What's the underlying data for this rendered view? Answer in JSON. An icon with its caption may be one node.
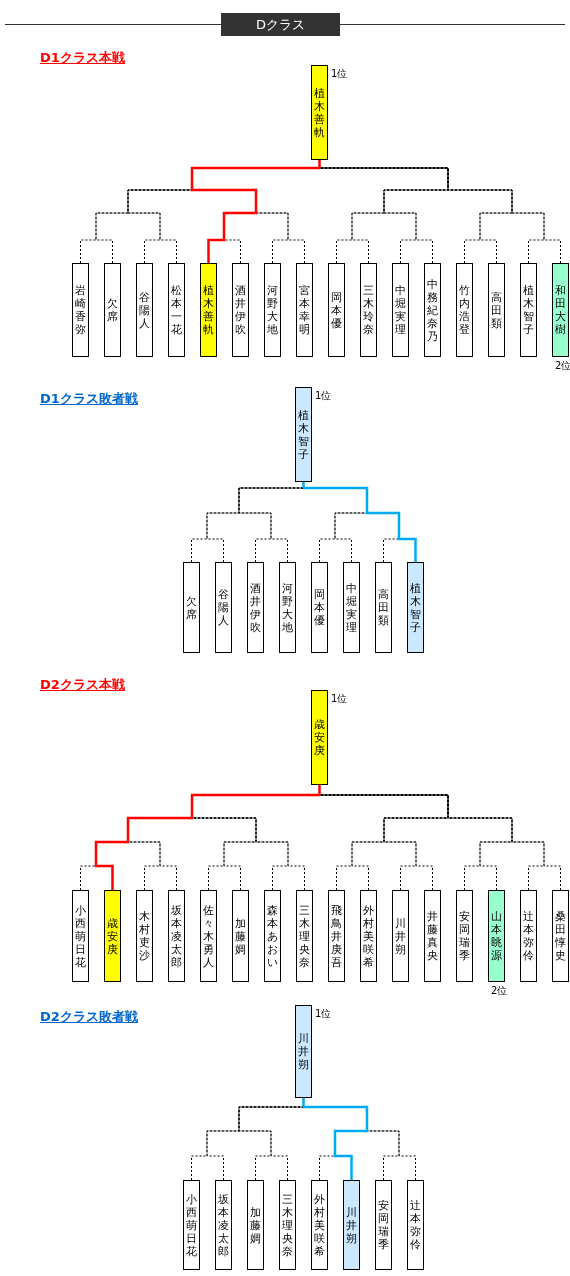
{
  "diagram": {
    "title": "Dクラス",
    "nodes": [
      {
        "text": [
          "植木",
          "善軌"
        ],
        "beside": [
          "1位"
        ]
      },
      {
        "text": [
          "岩崎",
          "香弥"
        ]
      },
      {
        "text": [
          "欠席"
        ]
      },
      {
        "text": [
          "谷",
          "陽人"
        ]
      },
      {
        "text": [
          "松本",
          "一花"
        ]
      },
      {
        "text": [
          "植木",
          "善軌"
        ]
      },
      {
        "text": [
          "酒井",
          "伊吹"
        ]
      },
      {
        "text": [
          "河野",
          "大地"
        ]
      },
      {
        "text": [
          "宮本",
          "幸明"
        ]
      },
      {
        "text": [
          "岡本",
          "優"
        ]
      },
      {
        "text": [
          "三木",
          "玲奈"
        ]
      },
      {
        "text": [
          "中堀",
          "実理"
        ]
      },
      {
        "text": [
          "中務",
          "紀奈乃"
        ]
      },
      {
        "text": [
          "竹内",
          "浩登"
        ]
      },
      {
        "text": [
          "高田",
          "類"
        ]
      },
      {
        "text": [
          "植木",
          "智子"
        ]
      },
      {
        "text": [
          "和田",
          "大樹"
        ],
        "beside": [
          "2位"
        ]
      },
      {
        "text": [
          "植木",
          "智子"
        ],
        "beside": [
          "1位"
        ]
      },
      {
        "text": [
          "欠席"
        ]
      },
      {
        "text": [
          "谷",
          "陽人"
        ]
      },
      {
        "text": [
          "酒井",
          "伊吹"
        ]
      },
      {
        "text": [
          "河野",
          "大地"
        ]
      },
      {
        "text": [
          "岡本",
          "優"
        ]
      },
      {
        "text": [
          "中堀",
          "実理"
        ]
      },
      {
        "text": [
          "高田",
          "類"
        ]
      },
      {
        "text": [
          "植木",
          "智子"
        ]
      },
      {
        "text": [
          "歳安",
          "庚"
        ],
        "beside": [
          "1位"
        ]
      },
      {
        "text": [
          "小西",
          "萌日花"
        ]
      },
      {
        "text": [
          "歳安",
          "庚"
        ]
      },
      {
        "text": [
          "木村",
          "吏沙"
        ]
      },
      {
        "text": [
          "坂本",
          "凌太郎"
        ]
      },
      {
        "text": [
          "佐々木",
          "勇人"
        ]
      },
      {
        "text": [
          "加藤",
          "婤"
        ]
      },
      {
        "text": [
          "森本",
          "あおい"
        ]
      },
      {
        "text": [
          "三木",
          "理央奈"
        ]
      },
      {
        "text": [
          "飛鳥井",
          "庚吾"
        ]
      },
      {
        "text": [
          "外村",
          "美咲希"
        ]
      },
      {
        "text": [
          "川井",
          "朔"
        ]
      },
      {
        "text": [
          "井藤",
          "真央"
        ]
      },
      {
        "text": [
          "安岡",
          "瑞季"
        ]
      },
      {
        "text": [
          "山本",
          "眺源"
        ],
        "beside": [
          "2位"
        ]
      },
      {
        "text": [
          "辻本",
          "弥伶"
        ]
      },
      {
        "text": [
          "桑田",
          "惇史"
        ]
      },
      {
        "text": [
          "川井",
          "朔"
        ],
        "beside": [
          "1位"
        ]
      },
      {
        "text": [
          "小西",
          "萌日花"
        ]
      },
      {
        "text": [
          "坂本",
          "凌太郎"
        ]
      },
      {
        "text": [
          "加藤",
          "婤"
        ]
      },
      {
        "text": [
          "三木",
          "理央奈"
        ]
      },
      {
        "text": [
          "外村",
          "美咲希"
        ]
      },
      {
        "text": [
          "川井",
          "朔"
        ]
      },
      {
        "text": [
          "安岡",
          "瑞季"
        ]
      },
      {
        "text": [
          "辻本",
          "弥伶"
        ]
      }
    ],
    "edges": [
      {
        "from": 1,
        "to": 0,
        "arrow": "none",
        "style": "dashed"
      },
      {
        "from": 2,
        "to": 0,
        "arrow": "none",
        "style": "dashed"
      },
      {
        "from": 3,
        "to": 0,
        "arrow": "none",
        "style": "dashed"
      },
      {
        "from": 4,
        "to": 0,
        "arrow": "none",
        "style": "dashed"
      },
      {
        "from": 5,
        "to": 0,
        "arrow": "none",
        "color": "#ff0000"
      },
      {
        "from": 6,
        "to": 0,
        "arrow": "none",
        "style": "dashed"
      },
      {
        "from": 7,
        "to": 0,
        "arrow": "none",
        "style": "dashed"
      },
      {
        "from": 8,
        "to": 0,
        "arrow": "none",
        "style": "dashed"
      },
      {
        "from": 9,
        "to": 0,
        "arrow": "none",
        "style": "dashed"
      },
      {
        "from": 10,
        "to": 0,
        "arrow": "none",
        "style": "dashed"
      },
      {
        "from": 11,
        "to": 0,
        "arrow": "none",
        "style": "dashed"
      },
      {
        "from": 12,
        "to": 0,
        "arrow": "none",
        "style": "dashed"
      },
      {
        "from": 13,
        "to": 0,
        "arrow": "none",
        "style": "dashed"
      },
      {
        "from": 14,
        "to": 0,
        "arrow": "none",
        "style": "dashed"
      },
      {
        "from": 15,
        "to": 0,
        "arrow": "none",
        "style": "dashed"
      },
      {
        "from": 16,
        "to": 0,
        "arrow": "none",
        "style": "dashed"
      },
      {
        "from": 18,
        "to": 17,
        "arrow": "none",
        "style": "dashed"
      },
      {
        "from": 19,
        "to": 17,
        "arrow": "none",
        "style": "dashed"
      },
      {
        "from": 20,
        "to": 17,
        "arrow": "none",
        "style": "dashed"
      },
      {
        "from": 21,
        "to": 17,
        "arrow": "none",
        "style": "dashed"
      },
      {
        "from": 22,
        "to": 17,
        "arrow": "none",
        "style": "dashed"
      },
      {
        "from": 23,
        "to": 17,
        "arrow": "none",
        "style": "dashed"
      },
      {
        "from": 24,
        "to": 17,
        "arrow": "none",
        "style": "dashed"
      },
      {
        "from": 25,
        "to": 17,
        "arrow": "none",
        "color": "#00aaee"
      },
      {
        "from": 27,
        "to": 26,
        "arrow": "none",
        "style": "dashed"
      },
      {
        "from": 28,
        "to": 26,
        "arrow": "none",
        "color": "#ff0000"
      },
      {
        "from": 29,
        "to": 26,
        "arrow": "none",
        "style": "dashed"
      },
      {
        "from": 30,
        "to": 26,
        "arrow": "none",
        "style": "dashed"
      },
      {
        "from": 31,
        "to": 26,
        "arrow": "none",
        "style": "dashed"
      },
      {
        "from": 32,
        "to": 26,
        "arrow": "none",
        "style": "dashed"
      },
      {
        "from": 33,
        "to": 26,
        "arrow": "none",
        "style": "dashed"
      },
      {
        "from": 34,
        "to": 26,
        "arrow": "none",
        "style": "dashed"
      },
      {
        "from": 35,
        "to": 26,
        "arrow": "none",
        "style": "dashed"
      },
      {
        "from": 36,
        "to": 26,
        "arrow": "none",
        "style": "dashed"
      },
      {
        "from": 37,
        "to": 26,
        "arrow": "none",
        "style": "dashed"
      },
      {
        "from": 38,
        "to": 26,
        "arrow": "none",
        "style": "dashed"
      },
      {
        "from": 39,
        "to": 26,
        "arrow": "none",
        "style": "dashed"
      },
      {
        "from": 40,
        "to": 26,
        "arrow": "none",
        "style": "dashed"
      },
      {
        "from": 41,
        "to": 26,
        "arrow": "none",
        "style": "dashed"
      },
      {
        "from": 42,
        "to": 26,
        "arrow": "none",
        "style": "dashed"
      },
      {
        "from": 44,
        "to": 43,
        "arrow": "none",
        "style": "dashed"
      },
      {
        "from": 45,
        "to": 43,
        "arrow": "none",
        "style": "dashed"
      },
      {
        "from": 46,
        "to": 43,
        "arrow": "none",
        "style": "dashed"
      },
      {
        "from": 47,
        "to": 43,
        "arrow": "none",
        "style": "dashed"
      },
      {
        "from": 48,
        "to": 43,
        "arrow": "none",
        "style": "dashed"
      },
      {
        "from": 49,
        "to": 43,
        "arrow": "none",
        "color": "#00aaee"
      },
      {
        "from": 50,
        "to": 43,
        "arrow": "none",
        "style": "dashed"
      },
      {
        "from": 51,
        "to": 43,
        "arrow": "none",
        "style": "dashed"
      }
    ],
    "labels": [
      "D1クラス本戦",
      "D1クラス敗者戦",
      "D2クラス本戦",
      "D2クラス敗者戦"
    ]
  }
}
